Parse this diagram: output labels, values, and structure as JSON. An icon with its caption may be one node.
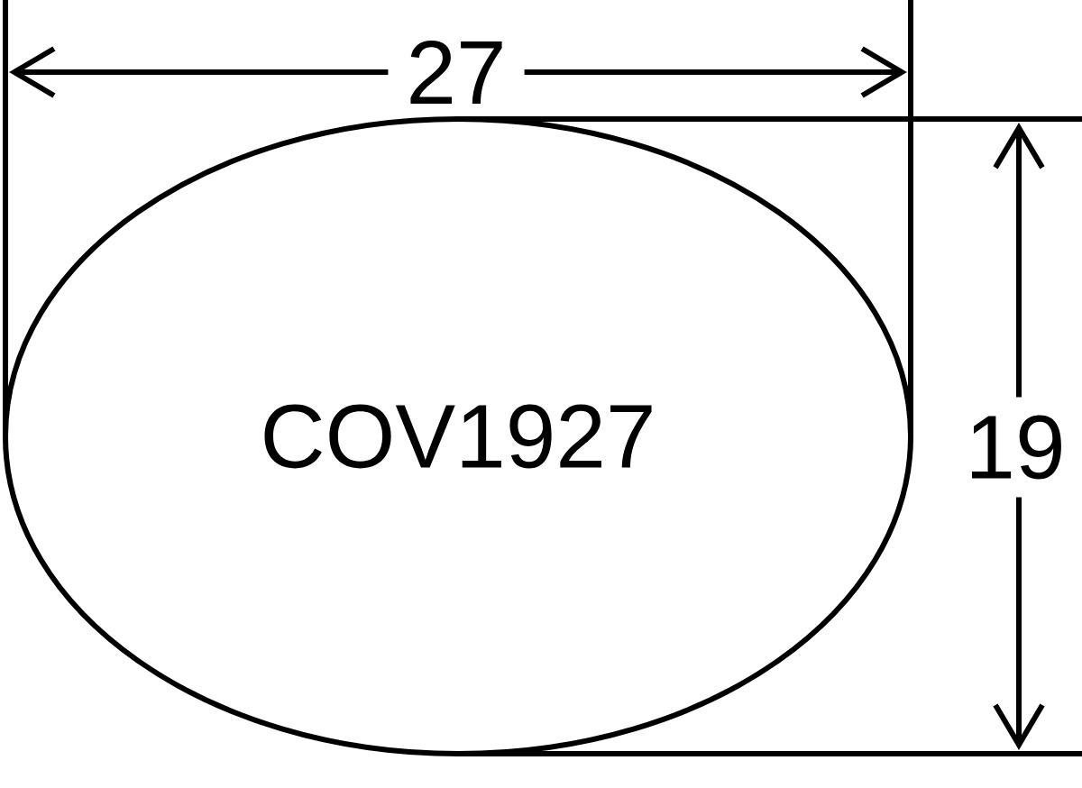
{
  "diagram": {
    "nodes": [
      {
        "text": [
          "COV1927"
        ]
      }
    ],
    "labels": [
      "27",
      "19"
    ]
  }
}
